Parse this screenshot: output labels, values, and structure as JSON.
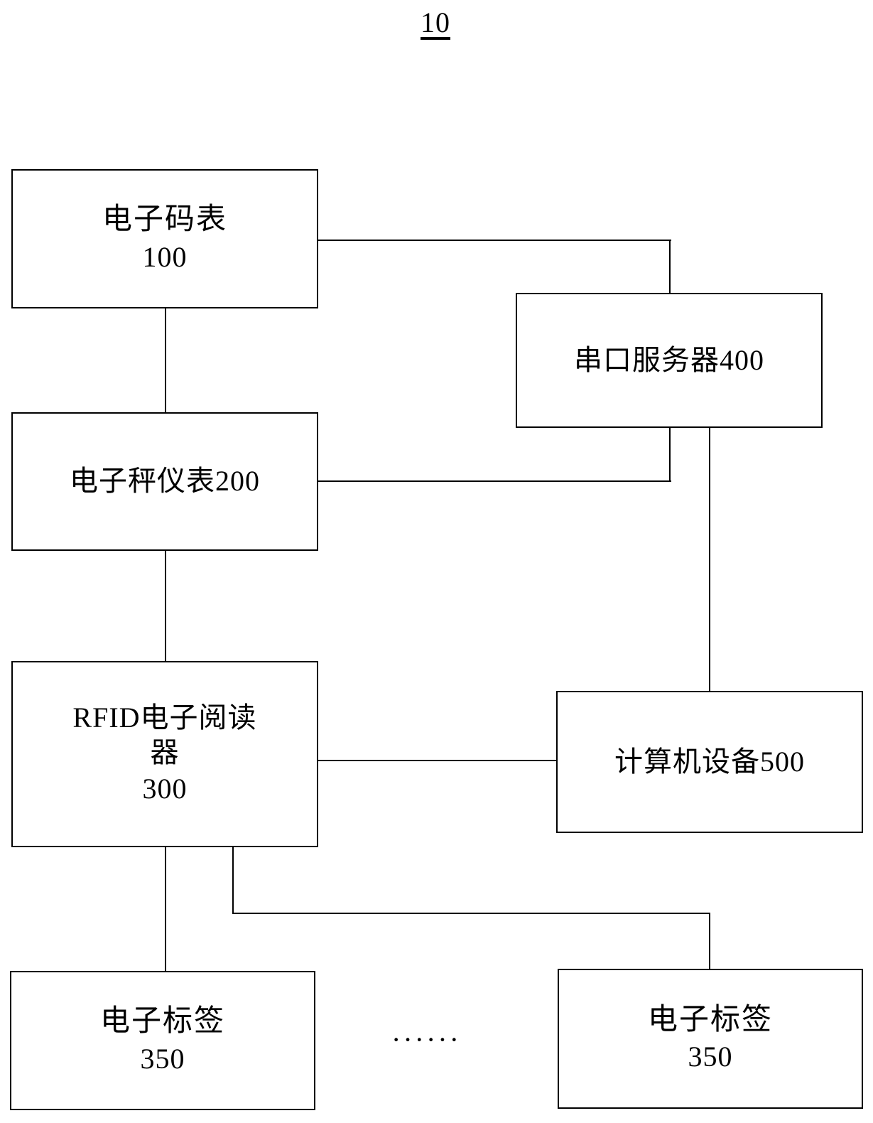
{
  "figure": {
    "number": "10"
  },
  "blocks": {
    "electronic_code_meter": {
      "title": "电子码表",
      "ref": "100"
    },
    "electronic_scale_meter": {
      "label": "电子秤仪表200"
    },
    "rfid_reader": {
      "title_line1": "RFID电子阅读",
      "title_line2": "器",
      "ref": "300"
    },
    "serial_port_server": {
      "label": "串口服务器400"
    },
    "computer_device": {
      "label": "计算机设备500"
    },
    "electronic_tag_left": {
      "title": "电子标签",
      "ref": "350"
    },
    "electronic_tag_right": {
      "title": "电子标签",
      "ref": "350"
    }
  },
  "separator": {
    "ellipsis": "······"
  },
  "colors": {
    "stroke": "#000000",
    "background": "#ffffff",
    "text": "#000000"
  },
  "connections": [
    {
      "from": "electronic_code_meter",
      "to": "electronic_scale_meter"
    },
    {
      "from": "electronic_code_meter",
      "to": "serial_port_server"
    },
    {
      "from": "electronic_scale_meter",
      "to": "rfid_reader"
    },
    {
      "from": "electronic_scale_meter",
      "to": "serial_port_server"
    },
    {
      "from": "serial_port_server",
      "to": "computer_device"
    },
    {
      "from": "rfid_reader",
      "to": "computer_device"
    },
    {
      "from": "rfid_reader",
      "to": "electronic_tag_left"
    },
    {
      "from": "rfid_reader",
      "to": "electronic_tag_right"
    }
  ]
}
